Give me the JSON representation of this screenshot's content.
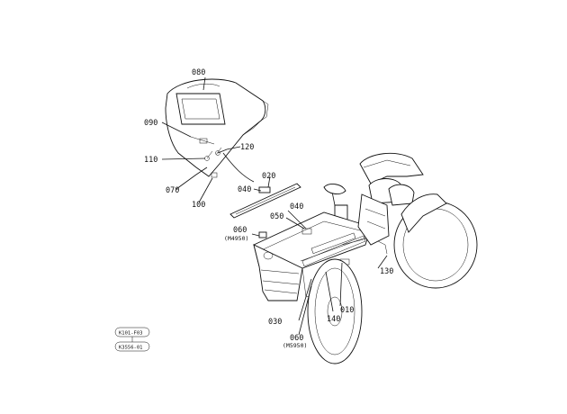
{
  "callouts": [
    {
      "id": "080",
      "text": "080"
    },
    {
      "id": "090",
      "text": "090"
    },
    {
      "id": "120",
      "text": "120"
    },
    {
      "id": "110",
      "text": "110"
    },
    {
      "id": "070",
      "text": "070"
    },
    {
      "id": "100",
      "text": "100"
    },
    {
      "id": "040a",
      "text": "040"
    },
    {
      "id": "020",
      "text": "020"
    },
    {
      "id": "040b",
      "text": "040"
    },
    {
      "id": "050",
      "text": "050"
    },
    {
      "id": "060a",
      "text": "060"
    },
    {
      "id": "060b",
      "text": "060"
    },
    {
      "id": "130",
      "text": "130"
    },
    {
      "id": "010",
      "text": "010"
    },
    {
      "id": "140",
      "text": "140"
    },
    {
      "id": "030",
      "text": "030"
    }
  ],
  "model_notes": {
    "m4950": "(M4950)",
    "m5950": "(M5950)"
  },
  "reference_codes": [
    "K101-F03",
    "K3556-01"
  ]
}
